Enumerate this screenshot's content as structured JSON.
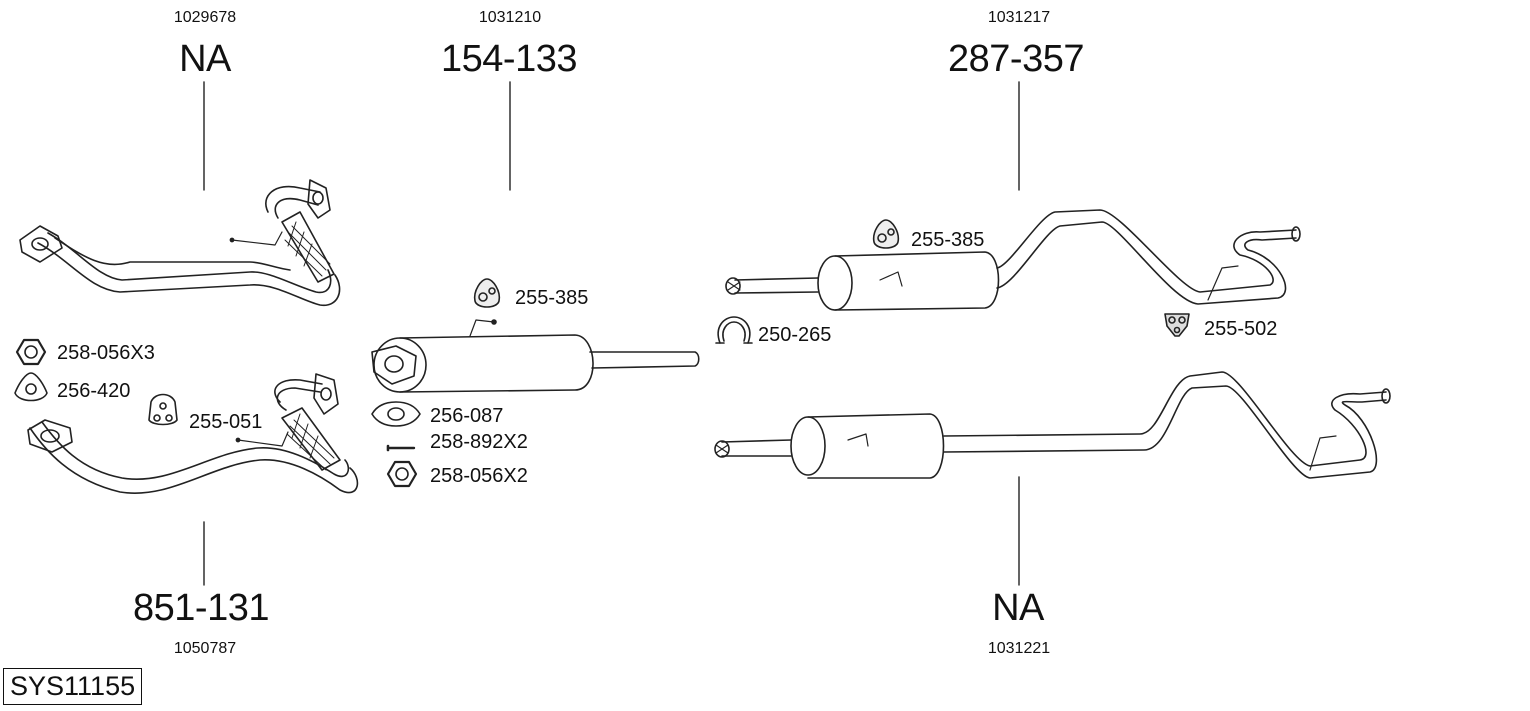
{
  "system_code": "SYS11155",
  "parts": [
    {
      "ref": "1029678",
      "part": "NA"
    },
    {
      "ref": "1031210",
      "part": "154-133"
    },
    {
      "ref": "1031217",
      "part": "287-357"
    },
    {
      "ref": "1050787",
      "part": "851-131"
    },
    {
      "ref": "1031221",
      "part": "NA"
    }
  ],
  "accessories": [
    "258-056X3",
    "256-420",
    "255-051",
    "255-385",
    "256-087",
    "258-892X2",
    "258-056X2",
    "255-385",
    "250-265",
    "255-502"
  ]
}
